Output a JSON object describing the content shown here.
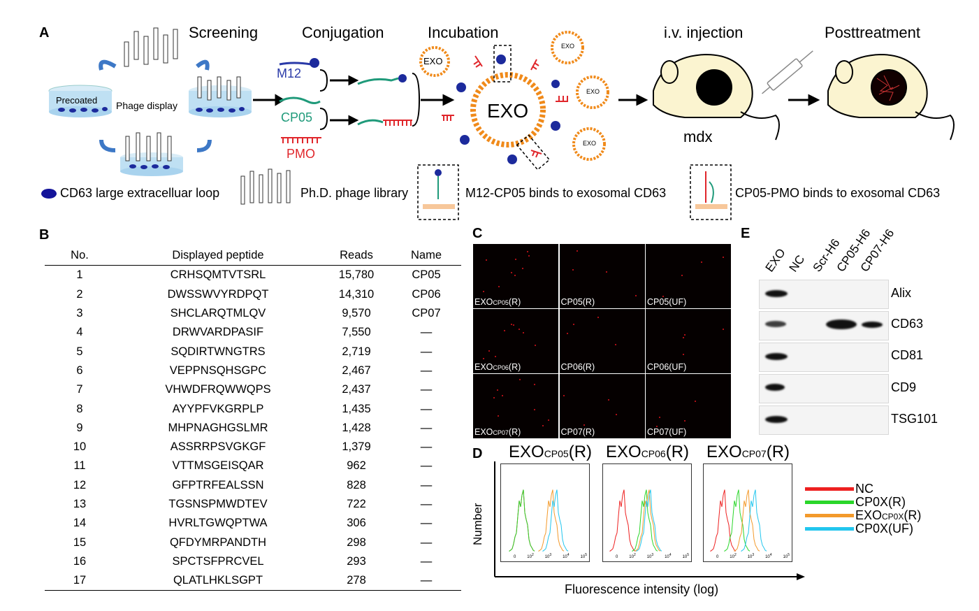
{
  "panelA": {
    "label": "A",
    "steps": [
      "Screening",
      "Conjugation",
      "Incubation",
      "i.v. injection",
      "Posttreatment"
    ],
    "screening": {
      "precoated": "Precoated",
      "phage_display": "Phage display"
    },
    "conjugation": {
      "m12": "M12",
      "cp05": "CP05",
      "pmo": "PMO"
    },
    "incubation": {
      "exo_small": "EXO",
      "exo_big": "EXO"
    },
    "mouse_label": "mdx",
    "legend": [
      "CD63 large extracelluar loop",
      "Ph.D. phage library",
      "M12-CP05 binds to exosomal CD63",
      "CP05-PMO binds to exosomal CD63"
    ],
    "colors": {
      "m12": "#2a3aa8",
      "cp05": "#1f9a7a",
      "pmo": "#e0262b",
      "exo": "#f08a1a",
      "cd63": "#14149a"
    }
  },
  "panelB": {
    "label": "B",
    "headers": [
      "No.",
      "Displayed peptide",
      "Reads",
      "Name"
    ],
    "rows": [
      [
        "1",
        "CRHSQMTVTSRL",
        "15,780",
        "CP05"
      ],
      [
        "2",
        "DWSSWVYRDPQT",
        "14,310",
        "CP06"
      ],
      [
        "3",
        "SHCLARQTMLQV",
        "9,570",
        "CP07"
      ],
      [
        "4",
        "DRWVARDPASIF",
        "7,550",
        "—"
      ],
      [
        "5",
        "SQDIRTWNGTRS",
        "2,719",
        "—"
      ],
      [
        "6",
        "VEPPNSQHSGPC",
        "2,467",
        "—"
      ],
      [
        "7",
        "VHWDFRQWWQPS",
        "2,437",
        "—"
      ],
      [
        "8",
        "AYYPFVKGRPLP",
        "1,435",
        "—"
      ],
      [
        "9",
        "MHPNAGHGSLMR",
        "1,428",
        "—"
      ],
      [
        "10",
        "ASSRRPSVGKGF",
        "1,379",
        "—"
      ],
      [
        "11",
        "VTTMSGEISQAR",
        "962",
        "—"
      ],
      [
        "12",
        "GFPTRFEALSSN",
        "828",
        "—"
      ],
      [
        "13",
        "TGSNSPMWDTEV",
        "722",
        "—"
      ],
      [
        "14",
        "HVRLTGWQPTWA",
        "306",
        "—"
      ],
      [
        "15",
        "QFDYMRPANDTH",
        "298",
        "—"
      ],
      [
        "16",
        "SPCTSFPRCVEL",
        "293",
        "—"
      ],
      [
        "17",
        "QLATLHKLSGPT",
        "278",
        "—"
      ]
    ]
  },
  "panelC": {
    "label": "C",
    "cells": [
      {
        "main": "EXO",
        "sub": "CP05",
        "tail": "(R)"
      },
      {
        "main": "CP05(R)",
        "sub": "",
        "tail": ""
      },
      {
        "main": "CP05(UF)",
        "sub": "",
        "tail": ""
      },
      {
        "main": "EXO",
        "sub": "CP06",
        "tail": "(R)"
      },
      {
        "main": "CP06(R)",
        "sub": "",
        "tail": ""
      },
      {
        "main": "CP06(UF)",
        "sub": "",
        "tail": ""
      },
      {
        "main": "EXO",
        "sub": "CP07",
        "tail": "(R)"
      },
      {
        "main": "CP07(R)",
        "sub": "",
        "tail": ""
      },
      {
        "main": "CP07(UF)",
        "sub": "",
        "tail": ""
      }
    ]
  },
  "panelD": {
    "label": "D",
    "titles": [
      {
        "main": "EXO",
        "sub": "CP05",
        "tail": "(R)"
      },
      {
        "main": "EXO",
        "sub": "CP06",
        "tail": "(R)"
      },
      {
        "main": "EXO",
        "sub": "CP07",
        "tail": "(R)"
      }
    ],
    "ylabel": "Number",
    "xlabel": "Fluorescence intensity (log)",
    "ticks": [
      "0",
      "10",
      "10",
      "10",
      "10"
    ],
    "tick_exp": [
      "",
      "2",
      "3",
      "4",
      "5"
    ],
    "legend": [
      {
        "main": "NC",
        "sub": "",
        "tail": "",
        "color": "#ee2020"
      },
      {
        "main": "CP0X(R)",
        "sub": "",
        "tail": "",
        "color": "#2ad62a"
      },
      {
        "main": "EXO",
        "sub": "CP0X",
        "tail": "(R)",
        "color": "#f39a2b"
      },
      {
        "main": "CP0X(UF)",
        "sub": "",
        "tail": "",
        "color": "#22c6ee"
      }
    ]
  },
  "panelE": {
    "label": "E",
    "lanes": [
      "EXO",
      "NC",
      "Scr-H6",
      "CP05-H6",
      "CP07-H6"
    ],
    "blots": [
      "Alix",
      "CD63",
      "CD81",
      "CD9",
      "TSG101"
    ]
  }
}
